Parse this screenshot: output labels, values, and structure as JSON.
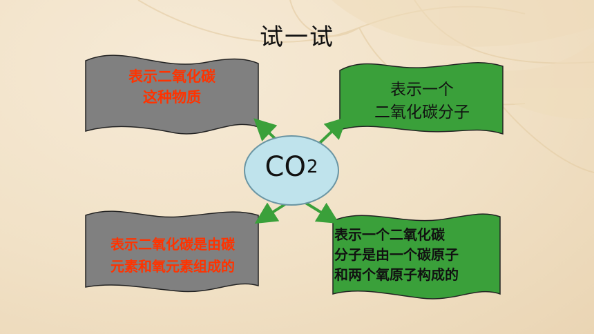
{
  "title": "试一试",
  "center": {
    "formula": "CO",
    "subscript": "2"
  },
  "boxes": {
    "top_left": {
      "text": "表示二氧化碳\n这种物质",
      "fill": "#808080",
      "text_color": "#ff3300"
    },
    "top_right": {
      "text": "表示一个\n二氧化碳分子",
      "fill": "#3aa03a",
      "text_color": "#111111"
    },
    "bottom_left": {
      "text": "表示二氧化碳是由碳\n元素和氧元素组成的",
      "fill": "#808080",
      "text_color": "#ff3300"
    },
    "bottom_right": {
      "text": "表示一个二氧化碳\n分子是由一个碳原子\n和两个氧原子构成的",
      "fill": "#3aa03a",
      "text_color": "#111111"
    }
  },
  "colors": {
    "arrow": "#3aa03a",
    "ellipse_fill": "#bfe3ec",
    "ellipse_stroke": "#6a95a3"
  }
}
